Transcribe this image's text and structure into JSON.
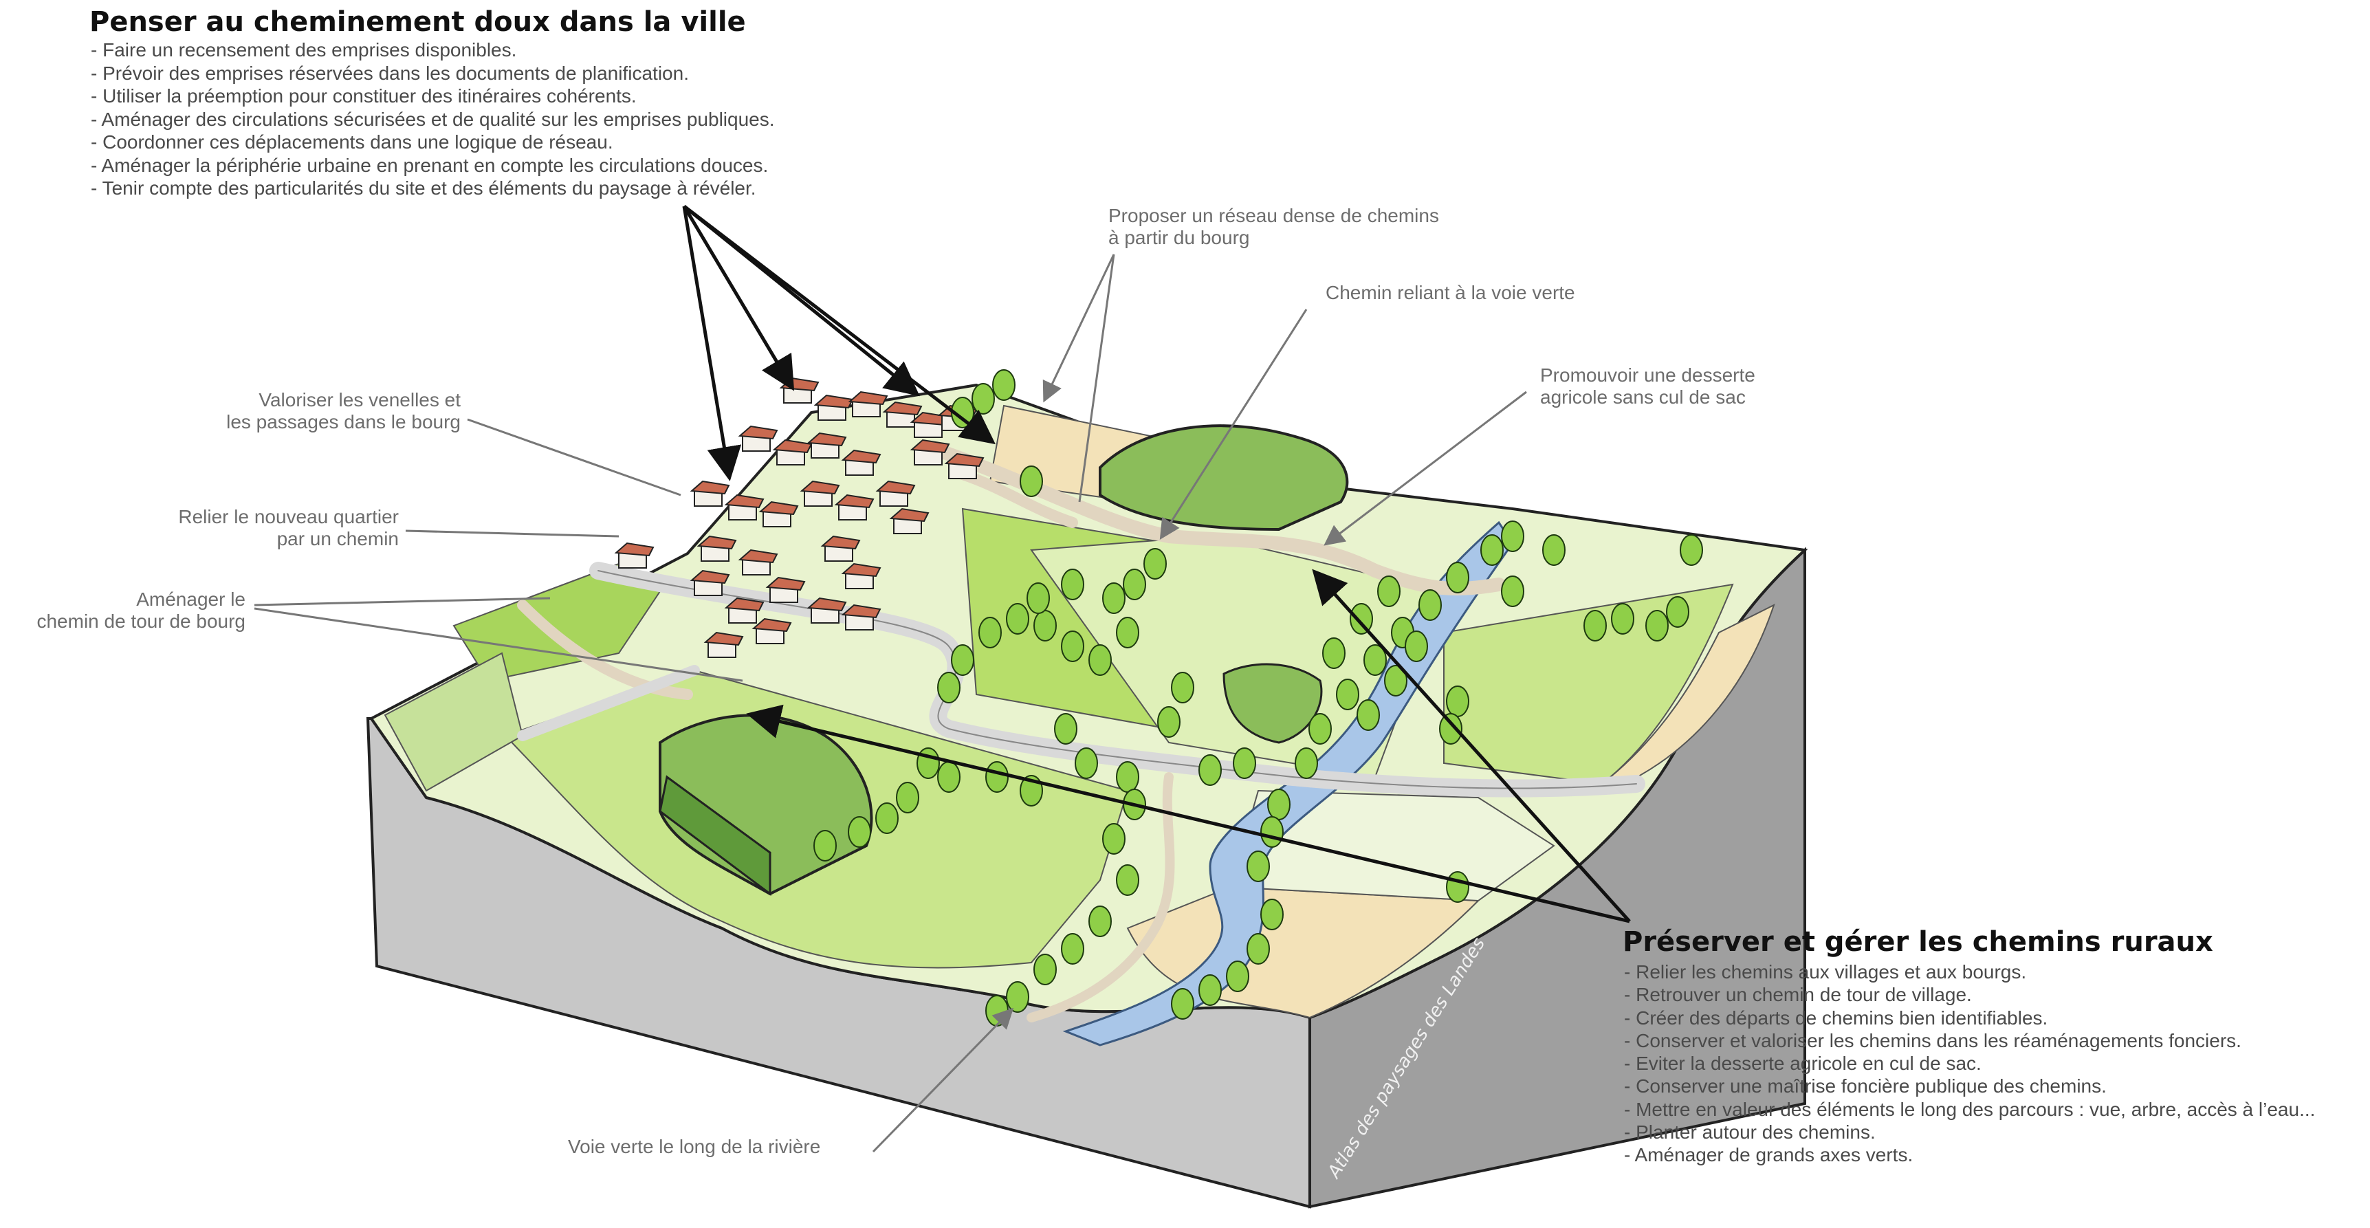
{
  "top_block": {
    "title": "Penser au cheminement doux dans la ville",
    "items": [
      "- Faire un recensement des emprises disponibles.",
      "- Prévoir des emprises réservées dans les documents de planification.",
      "- Utiliser la préemption pour constituer des itinéraires cohérents.",
      "- Aménager des circulations sécurisées et de qualité sur les emprises publiques.",
      "- Coordonner ces déplacements dans une logique de réseau.",
      "- Aménager la périphérie urbaine en prenant en compte les circulations douces.",
      "- Tenir compte des particularités du site et des éléments du paysage à révéler."
    ]
  },
  "bottom_block": {
    "title": "Préserver et gérer les chemins ruraux",
    "items": [
      "- Relier les chemins aux villages et aux bourgs.",
      "- Retrouver un chemin de tour de village.",
      "- Créer des départs de chemins bien identifiables.",
      "- Conserver et valoriser les chemins dans les réaménagements fonciers.",
      "- Eviter la desserte agricole en cul de sac.",
      "- Conserver une maîtrise foncière publique des chemins.",
      "- Mettre en valeur des éléments le long des parcours : vue, arbre, accès à l’eau...",
      "- Planter autour des chemins.",
      "- Aménager de grands axes verts."
    ]
  },
  "callouts": {
    "reseau": {
      "line1": "Proposer un réseau dense de chemins",
      "line2": "à partir du bourg"
    },
    "voie_verte_link": {
      "line1": "Chemin reliant à la voie verte"
    },
    "desserte": {
      "line1": "Promouvoir une desserte",
      "line2": "agricole sans cul de sac"
    },
    "venelles": {
      "line1": "Valoriser les venelles et",
      "line2": "les passages dans le bourg"
    },
    "quartier": {
      "line1": "Relier le nouveau quartier",
      "line2": "par un chemin"
    },
    "tour_bourg": {
      "line1": "Aménager le",
      "line2": "chemin de tour de bourg"
    },
    "riviere": {
      "line1": "Voie verte le long de la rivière"
    }
  },
  "credit": "Atlas des paysages des Landes",
  "colors": {
    "field_light": "#dff0b8",
    "field_mid": "#c9e68c",
    "field_bright": "#b7de6a",
    "field_beige": "#f3e2b8",
    "path": "#e6e6e6",
    "river": "#a9c6e8",
    "block_side": "#c7c7c7",
    "block_side_dark": "#9a9a9a",
    "wood": "#8bbd5a",
    "tree": "#8fcf48",
    "roof": "#c96a50"
  }
}
